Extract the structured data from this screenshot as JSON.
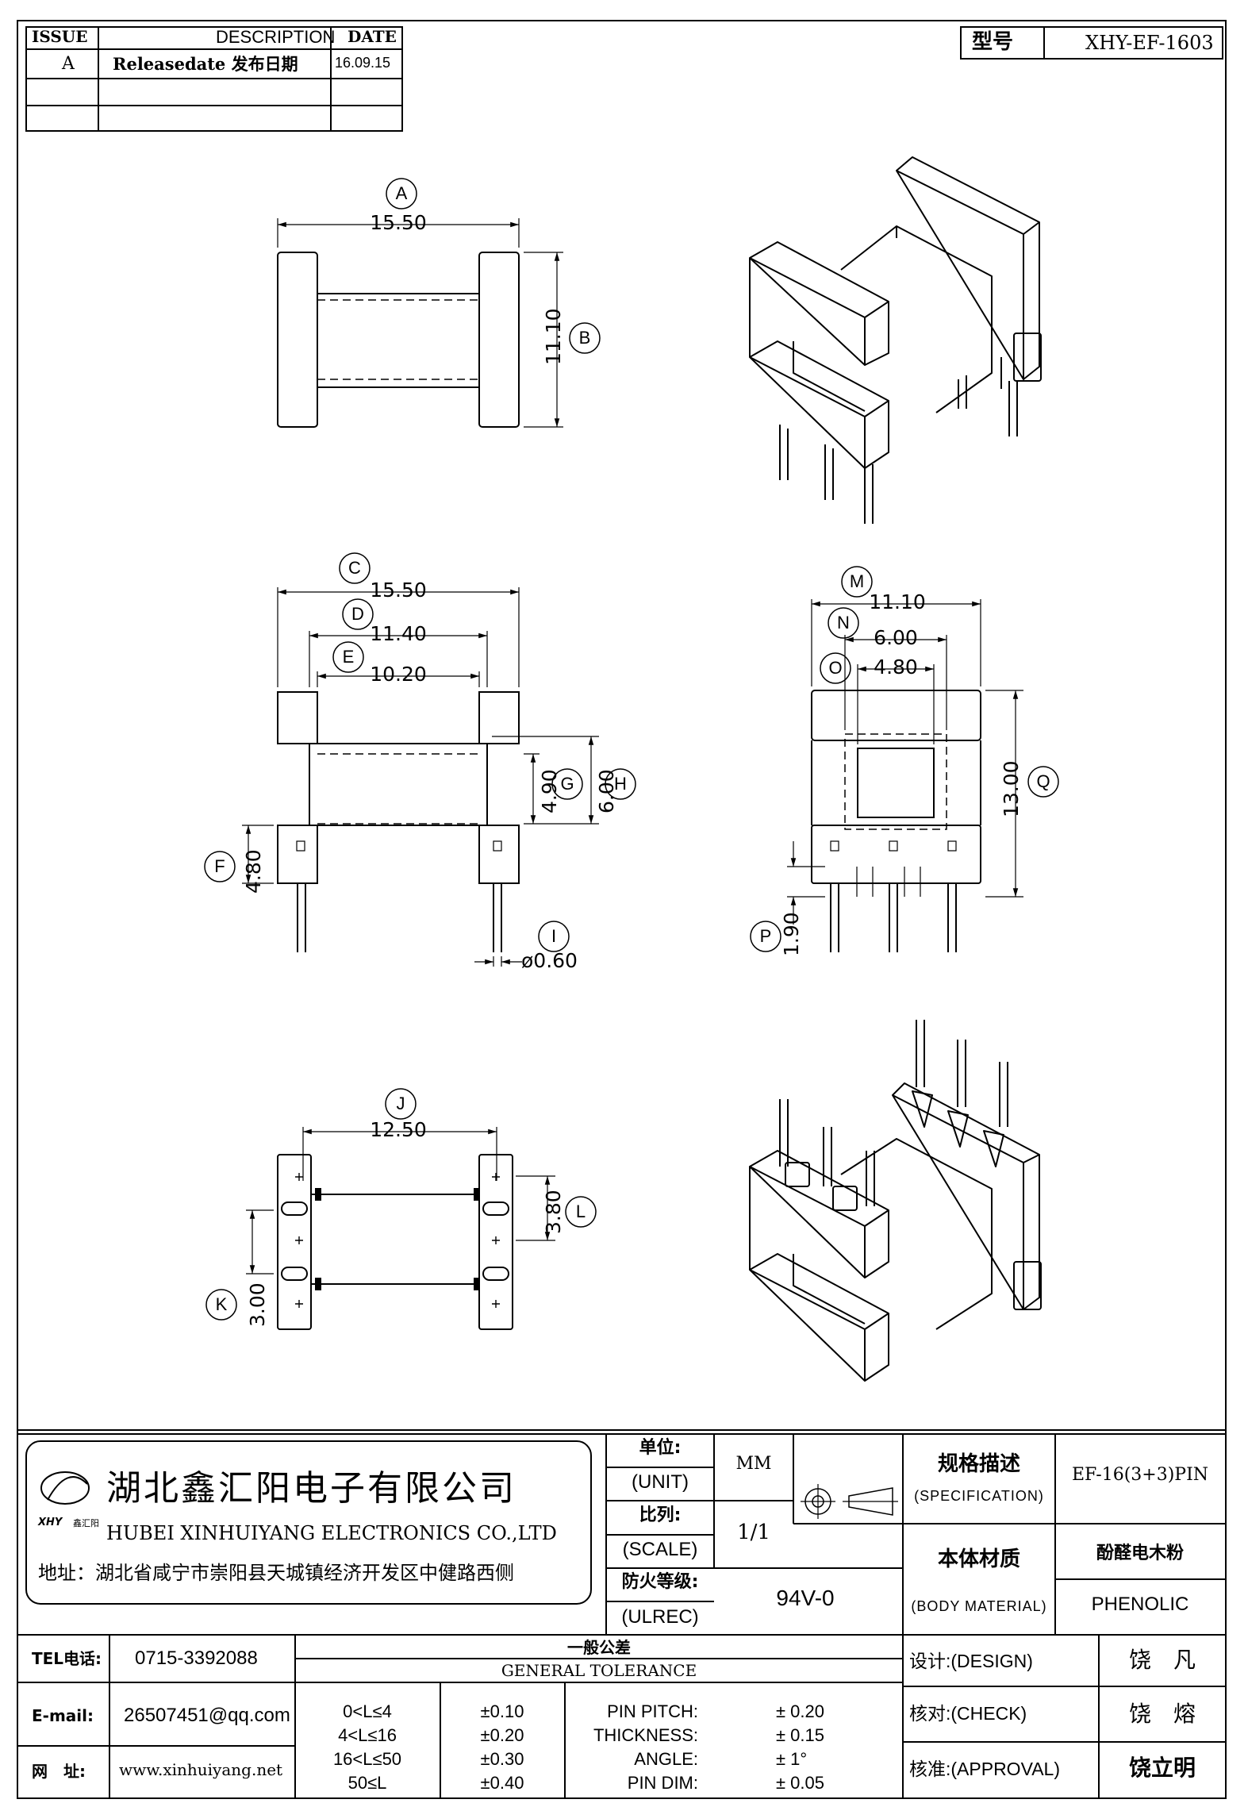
{
  "revision_table": {
    "headers": {
      "issue": "ISSUE",
      "description": "DESCRIPTION",
      "date": "DATE"
    },
    "rows": [
      {
        "issue": "A",
        "description": "Releasedate 发布日期",
        "date": "16.09.15"
      }
    ]
  },
  "model": {
    "label": "型号",
    "value": "XHY-EF-1603"
  },
  "dimensions": {
    "A": {
      "letter": "A",
      "value": "15.50"
    },
    "B": {
      "letter": "B",
      "value": "11.10"
    },
    "C": {
      "letter": "C",
      "value": "15.50"
    },
    "D": {
      "letter": "D",
      "value": "11.40"
    },
    "E": {
      "letter": "E",
      "value": "10.20"
    },
    "F": {
      "letter": "F",
      "value": "4.80"
    },
    "G": {
      "letter": "G",
      "value": "4.90"
    },
    "H": {
      "letter": "H",
      "value": "6.00"
    },
    "I": {
      "letter": "I",
      "value": "ø0.60"
    },
    "J": {
      "letter": "J",
      "value": "12.50"
    },
    "K": {
      "letter": "K",
      "value": "3.00"
    },
    "L": {
      "letter": "L",
      "value": "3.80"
    },
    "M": {
      "letter": "M",
      "value": "11.10"
    },
    "N": {
      "letter": "N",
      "value": "6.00"
    },
    "O": {
      "letter": "O",
      "value": "4.80"
    },
    "P": {
      "letter": "P",
      "value": "1.90"
    },
    "Q": {
      "letter": "Q",
      "value": "13.00"
    }
  },
  "company": {
    "name_cn": "湖北鑫汇阳电子有限公司",
    "name_en": "HUBEI XINHUIYANG ELECTRONICS CO.,LTD",
    "logo_text": "XHY",
    "logo_sub": "鑫汇阳",
    "address": "地址：湖北省咸宁市崇阳县天城镇经济开发区中健路西侧"
  },
  "specs": {
    "unit_label": "单位:",
    "unit_label_en": "(UNIT)",
    "unit_value": "MM",
    "scale_label": "比列:",
    "scale_label_en": "(SCALE)",
    "scale_value": "1/1",
    "fire_label": "防火等级:",
    "fire_label_en": "(ULREC)",
    "fire_value": "94V-0",
    "spec_label": "规格描述",
    "spec_label_en": "(SPECIFICATION)",
    "spec_value": "EF-16(3+3)PIN",
    "material_label": "本体材质",
    "material_label_en": "(BODY MATERIAL)",
    "material_value_cn": "酚醛电木粉",
    "material_value_en": "PHENOLIC"
  },
  "contact": {
    "tel_label": "TEL电话:",
    "tel": "0715-3392088",
    "email_label": "E-mail:",
    "email": "26507451@qq.com",
    "web_label": "网　址:",
    "web": "www.xinhuiyang.net"
  },
  "tolerance": {
    "title_cn": "一般公差",
    "title_en": "GENERAL TOLERANCE",
    "ranges": [
      {
        "range": "0<L≤4",
        "tol": "±0.10"
      },
      {
        "range": "4<L≤16",
        "tol": "±0.20"
      },
      {
        "range": "16<L≤50",
        "tol": "±0.30"
      },
      {
        "range": "50≤L",
        "tol": "±0.40"
      }
    ],
    "items": [
      {
        "name": "PIN PITCH:",
        "tol": "± 0.20"
      },
      {
        "name": "THICKNESS:",
        "tol": "± 0.15"
      },
      {
        "name": "ANGLE:",
        "tol": "± 1°"
      },
      {
        "name": "PIN DIM:",
        "tol": "± 0.05"
      }
    ]
  },
  "signoff": {
    "design_label": "设计:(DESIGN)",
    "design_name": "饶　凡",
    "check_label": "核对:(CHECK)",
    "check_name": "饶　熔",
    "approval_label": "核准:(APPROVAL)",
    "approval_name": "饶立明"
  }
}
